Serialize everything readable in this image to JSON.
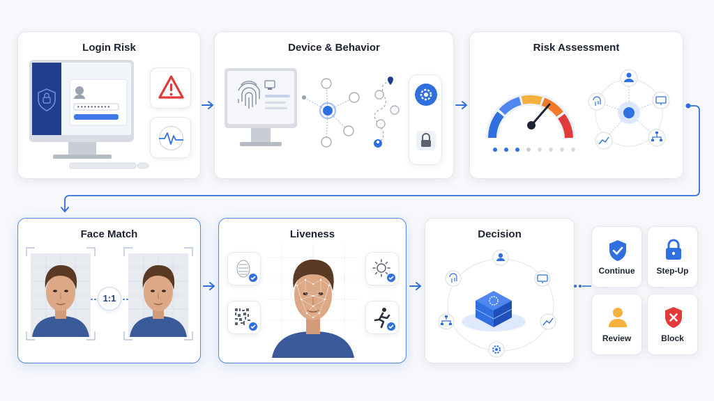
{
  "stages": {
    "login_risk": {
      "title": "Login Risk"
    },
    "device_behavior": {
      "title": "Device & Behavior"
    },
    "risk_assessment": {
      "title": "Risk Assessment"
    },
    "face_match": {
      "title": "Face Match",
      "ratio_label": "1:1"
    },
    "liveness": {
      "title": "Liveness"
    },
    "decision": {
      "title": "Decision"
    }
  },
  "outcomes": [
    {
      "label": "Continue",
      "icon": "shield-check-icon",
      "color": "#2f6fe0"
    },
    {
      "label": "Step-Up",
      "icon": "lock-icon",
      "color": "#2f6fe0"
    },
    {
      "label": "Review",
      "icon": "person-icon",
      "color": "#f5b13d"
    },
    {
      "label": "Block",
      "icon": "shield-x-icon",
      "color": "#e03a3a"
    }
  ],
  "colors": {
    "accent": "#2f6fe0",
    "warning": "#e03a3a",
    "gauge": [
      "#2f6fe0",
      "#4f86f0",
      "#f5b13d",
      "#f07a2a",
      "#e03a3a"
    ]
  }
}
